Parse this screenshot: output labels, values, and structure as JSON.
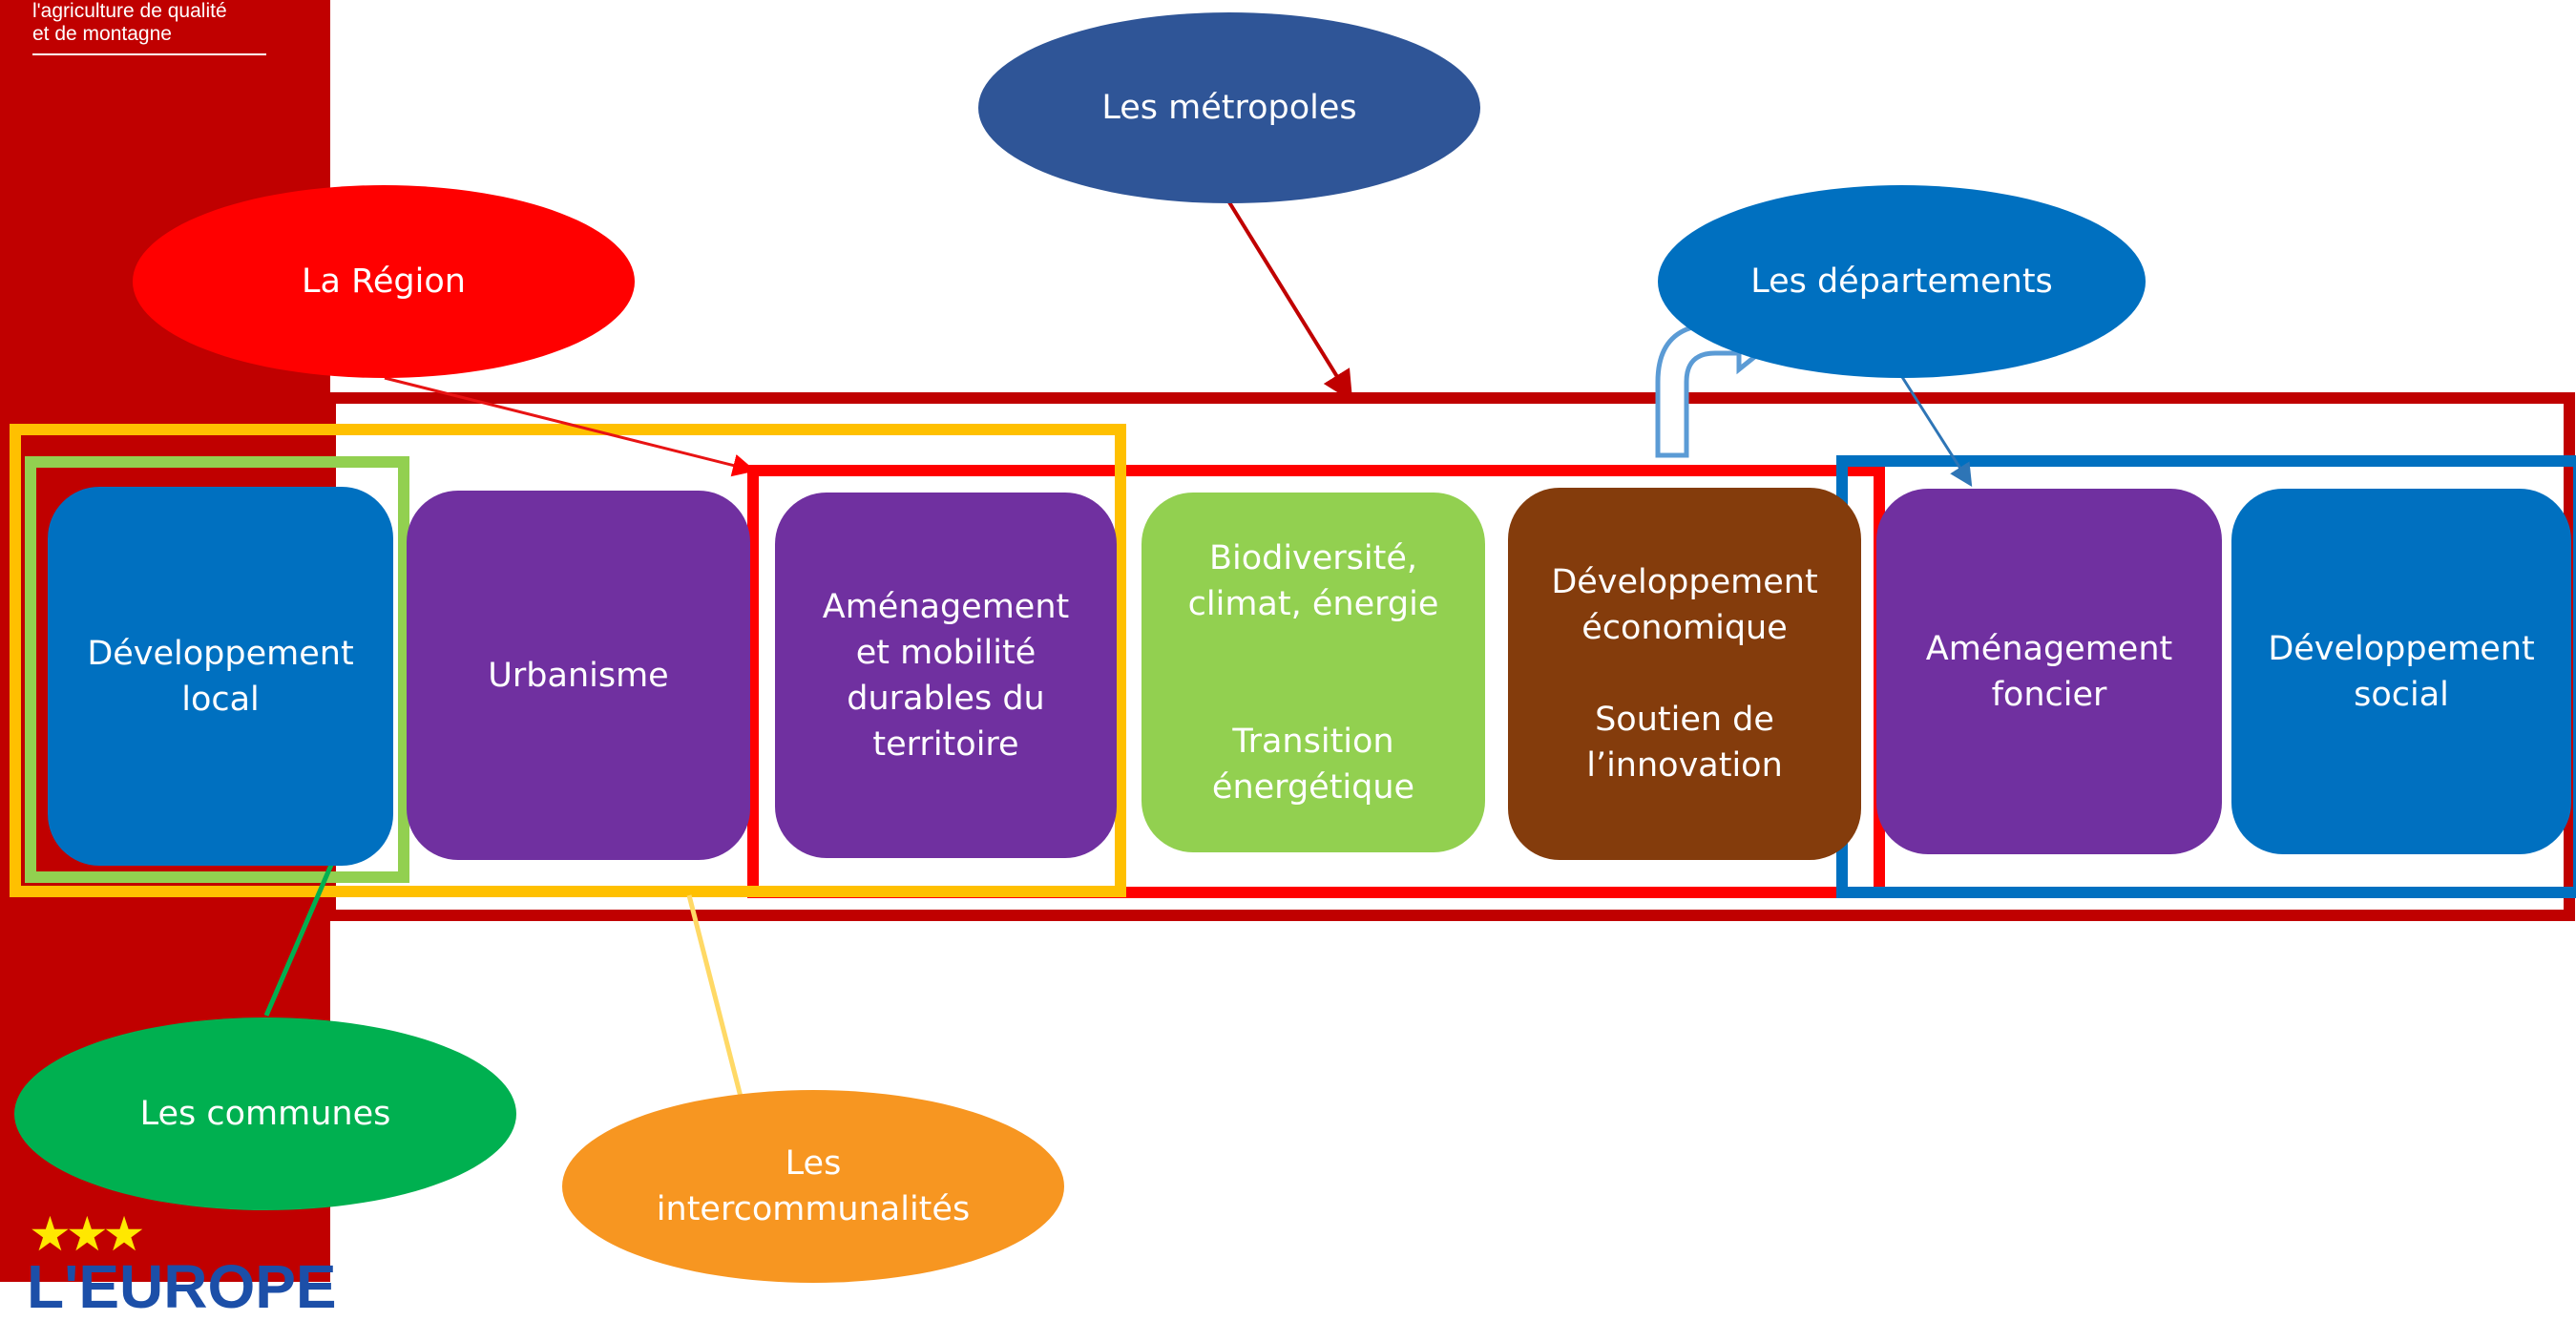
{
  "sidebar": {
    "caption_line1": "l'agriculture de qualité",
    "caption_line2": "et de montagne",
    "logo_text": "L'EUROPE",
    "color": "#c00000"
  },
  "actors": {
    "metropoles": {
      "label": "Les métropoles",
      "color": "#2f5597"
    },
    "region": {
      "label": "La Région",
      "color": "#ff0000"
    },
    "departements": {
      "label": "Les départements",
      "color": "#0070c0"
    },
    "communes": {
      "label": "Les communes",
      "color": "#00b050"
    },
    "intercommunalites": {
      "label": "Les\nintercommunalités",
      "color": "#f79621"
    }
  },
  "competences": [
    {
      "label": "Développement\nlocal",
      "color": "#0070c0"
    },
    {
      "label": "Urbanisme",
      "color": "#7030a0"
    },
    {
      "label": "Aménagement\net mobilité\ndurables du\nterritoire",
      "color": "#7030a0"
    },
    {
      "label": "Biodiversité,\nclimat, énergie\n\n\nTransition\nénergétique",
      "color": "#92d050"
    },
    {
      "label": "Développement\néconomique\n\nSoutien de\nl’innovation",
      "color": "#843c0c"
    },
    {
      "label": "Aménagement\nfoncier",
      "color": "#7030a0"
    },
    {
      "label": "Développement\nsocial",
      "color": "#0070c0"
    }
  ],
  "frame_colors": {
    "metropoles": "#c00000",
    "region": "#ff0000",
    "intercommunalites": "#ffc000",
    "communes": "#92d050",
    "departements": "#0070c0"
  }
}
